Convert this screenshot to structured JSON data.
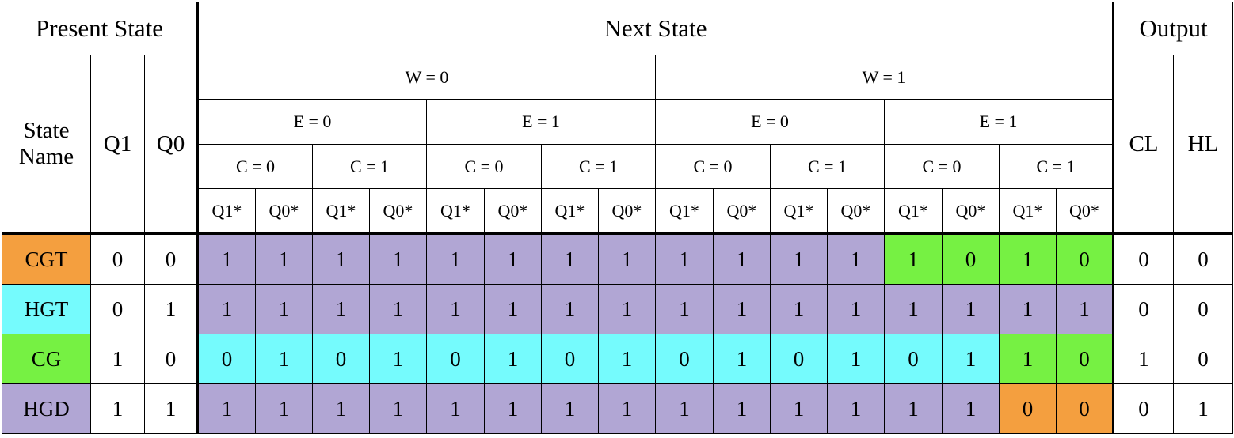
{
  "header": {
    "present_state": "Present State",
    "next_state": "Next State",
    "output": "Output",
    "state_name": "State Name",
    "q1": "Q1",
    "q0": "Q0",
    "w0": "W = 0",
    "w1": "W = 1",
    "e0": "E = 0",
    "e1": "E = 1",
    "c0": "C = 0",
    "c1": "C = 1",
    "q1s": "Q1*",
    "q0s": "Q0*",
    "cl": "CL",
    "hl": "HL"
  },
  "colors": {
    "purple": "#b1a6d4",
    "green": "#76f143",
    "cyan": "#75fbfd",
    "orange": "#f49f3f"
  },
  "rows": [
    {
      "name": "CGT",
      "name_color": "orange",
      "q1": "0",
      "q0": "0",
      "next": [
        "1",
        "1",
        "1",
        "1",
        "1",
        "1",
        "1",
        "1",
        "1",
        "1",
        "1",
        "1",
        "1",
        "0",
        "1",
        "0"
      ],
      "next_colors": [
        "purple",
        "purple",
        "purple",
        "purple",
        "purple",
        "purple",
        "purple",
        "purple",
        "purple",
        "purple",
        "purple",
        "purple",
        "green",
        "green",
        "green",
        "green"
      ],
      "cl": "0",
      "hl": "0"
    },
    {
      "name": "HGT",
      "name_color": "cyan",
      "q1": "0",
      "q0": "1",
      "next": [
        "1",
        "1",
        "1",
        "1",
        "1",
        "1",
        "1",
        "1",
        "1",
        "1",
        "1",
        "1",
        "1",
        "1",
        "1",
        "1"
      ],
      "next_colors": [
        "purple",
        "purple",
        "purple",
        "purple",
        "purple",
        "purple",
        "purple",
        "purple",
        "purple",
        "purple",
        "purple",
        "purple",
        "purple",
        "purple",
        "purple",
        "purple"
      ],
      "cl": "0",
      "hl": "0"
    },
    {
      "name": "CG",
      "name_color": "green",
      "q1": "1",
      "q0": "0",
      "next": [
        "0",
        "1",
        "0",
        "1",
        "0",
        "1",
        "0",
        "1",
        "0",
        "1",
        "0",
        "1",
        "0",
        "1",
        "1",
        "0"
      ],
      "next_colors": [
        "cyan",
        "cyan",
        "cyan",
        "cyan",
        "cyan",
        "cyan",
        "cyan",
        "cyan",
        "cyan",
        "cyan",
        "cyan",
        "cyan",
        "cyan",
        "cyan",
        "green",
        "green"
      ],
      "cl": "1",
      "hl": "0"
    },
    {
      "name": "HGD",
      "name_color": "purple",
      "q1": "1",
      "q0": "1",
      "next": [
        "1",
        "1",
        "1",
        "1",
        "1",
        "1",
        "1",
        "1",
        "1",
        "1",
        "1",
        "1",
        "1",
        "1",
        "0",
        "0"
      ],
      "next_colors": [
        "purple",
        "purple",
        "purple",
        "purple",
        "purple",
        "purple",
        "purple",
        "purple",
        "purple",
        "purple",
        "purple",
        "purple",
        "purple",
        "purple",
        "orange",
        "orange"
      ],
      "cl": "0",
      "hl": "1"
    }
  ]
}
